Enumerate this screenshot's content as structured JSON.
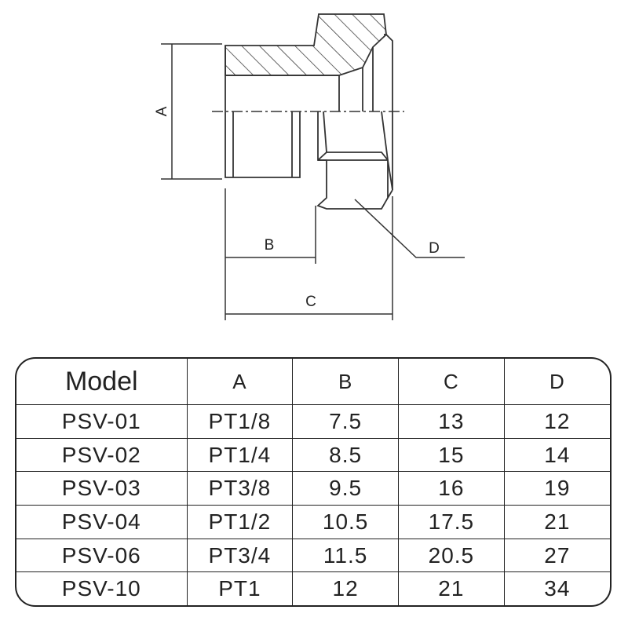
{
  "diagram": {
    "dimension_labels": {
      "a": "A",
      "b": "B",
      "c": "C",
      "d": "D"
    }
  },
  "table": {
    "headers": [
      "Model",
      "A",
      "B",
      "C",
      "D"
    ],
    "rows": [
      [
        "PSV-01",
        "PT1/8",
        "7.5",
        "13",
        "12"
      ],
      [
        "PSV-02",
        "PT1/4",
        "8.5",
        "15",
        "14"
      ],
      [
        "PSV-03",
        "PT3/8",
        "9.5",
        "16",
        "19"
      ],
      [
        "PSV-04",
        "PT1/2",
        "10.5",
        "17.5",
        "21"
      ],
      [
        "PSV-06",
        "PT3/4",
        "11.5",
        "20.5",
        "27"
      ],
      [
        "PSV-10",
        "PT1",
        "12",
        "21",
        "34"
      ]
    ]
  }
}
